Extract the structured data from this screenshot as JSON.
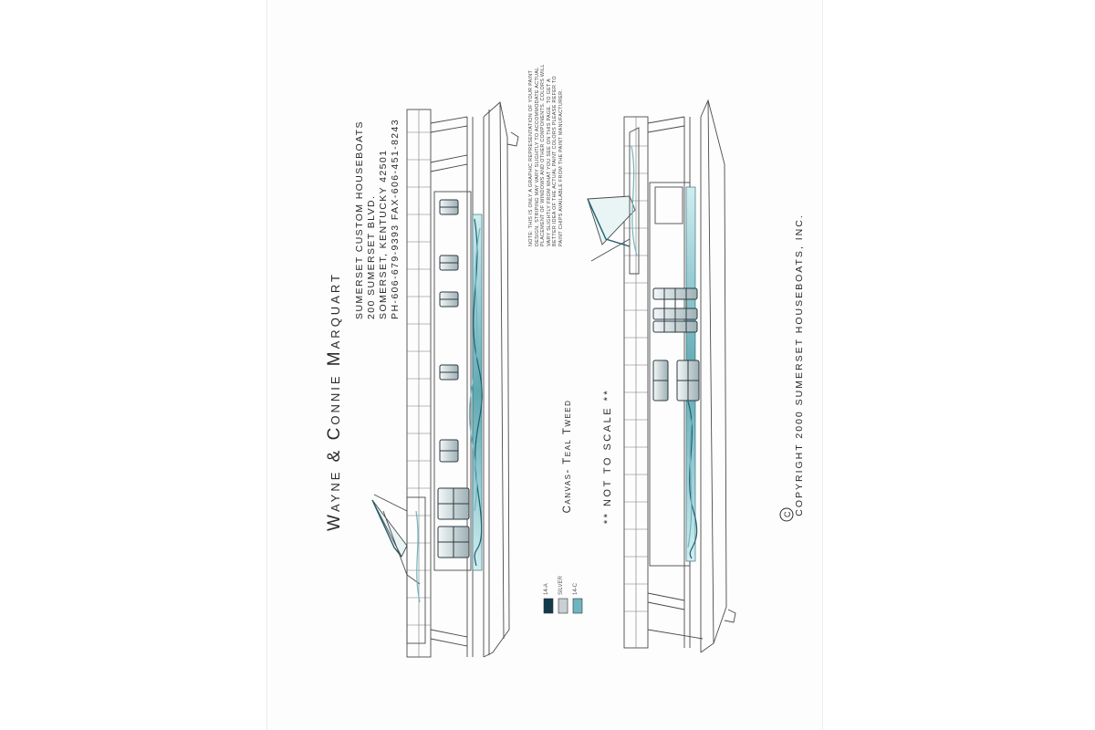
{
  "owner_name": "Wayne & Connie Marquart",
  "company": {
    "name": "SUMERSET CUSTOM HOUSEBOATS",
    "address": "200 SUMERSET BLVD.",
    "city": "SOMERSET, KENTUCKY  42501",
    "phone": "PH-606-679-9393  FAX-606-451-8243"
  },
  "note": "NOTE: THIS IS ONLY A GRAPHIC REPRESENTATION OF YOUR PAINT DESIGN. STRIPING MAY VARY SLIGHTLY TO ACCOMMODATE ACTUAL PLACEMENT OF WINDOWS AND OTHER COMPONENTS. COLORS WILL VARY SLIGHTLY FROM WHAT YOU SEE ON THIS PAGE. TO GET A BETTER IDEA OF THE ACTUAL PAINT COLORS PLEASE REFER TO PAINT CHIPS AVAILABLE FROM THE PAINT MANUFACTURER.",
  "canvas_label": "Canvas- Teal Tweed",
  "scale_note": "** NOT TO SCALE **",
  "copyright": "COPYRIGHT 2000 SUMERSET HOUSEBOATS, INC.",
  "copyright_symbol": "C",
  "swatches": [
    {
      "label": "14-A",
      "color": "#123a4d"
    },
    {
      "label": "SILVER",
      "color": "#c9cfd2"
    },
    {
      "label": "14-C",
      "color": "#6fb5bf"
    }
  ],
  "colors": {
    "line": "#4a4a4a",
    "teal_dark": "#1f5f6d",
    "teal_light": "#9fd3d8",
    "window_fill": "#dce5e7",
    "window_stroke": "#2b3b41"
  }
}
